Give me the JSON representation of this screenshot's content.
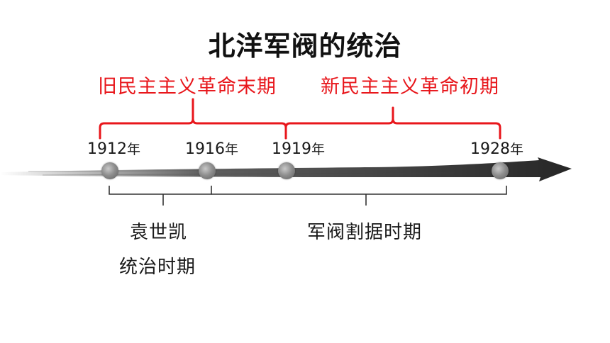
{
  "title": "北洋军阀的统治",
  "eras": {
    "old": "旧民主主义革命末期",
    "new": "新民主主义革命初期"
  },
  "years": [
    {
      "num": "1912",
      "unit": "年"
    },
    {
      "num": "1916",
      "unit": "年"
    },
    {
      "num": "1919",
      "unit": "年"
    },
    {
      "num": "1928",
      "unit": "年"
    }
  ],
  "periods": {
    "yuan_line1": "袁世凯",
    "yuan_line2": "统治时期",
    "warlord": "军阀割据时期"
  },
  "colors": {
    "accent": "#e8161b",
    "text": "#1a1a1a",
    "timeline": "#2b2b2b"
  }
}
